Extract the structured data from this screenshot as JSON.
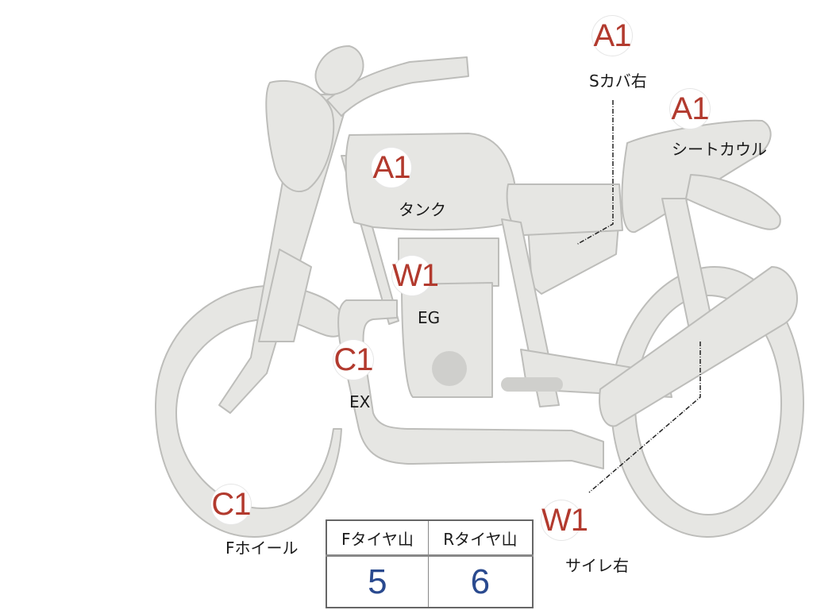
{
  "points": {
    "seat_cover_right": {
      "code": "A1",
      "name": "Sカバ右"
    },
    "seat_cowl": {
      "code": "A1",
      "name": "シートカウル"
    },
    "tank": {
      "code": "A1",
      "name": "タンク"
    },
    "engine": {
      "code": "W1",
      "name": "EG"
    },
    "exhaust": {
      "code": "C1",
      "name": "EX"
    },
    "front_wheel": {
      "code": "C1",
      "name": "Fホイール"
    },
    "muffler_right": {
      "code": "W1",
      "name": "サイレ右"
    }
  },
  "tread_table": {
    "front_header": "Fタイヤ山",
    "rear_header": "Rタイヤ山",
    "front_value": "5",
    "rear_value": "6"
  },
  "colors": {
    "bike_fill": "#e6e6e3",
    "bike_stroke": "#bdbdba",
    "code_text": "#b23a2e",
    "value_text": "#2a4a8f"
  }
}
